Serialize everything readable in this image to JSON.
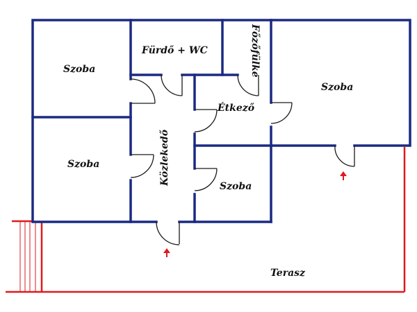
{
  "rooms": {
    "szoba_top_left": "Szoba",
    "furdo_wc": "Fürdő + WC",
    "fozofulke": "Főzőfülke",
    "szoba_right": "Szoba",
    "etkezo": "Étkező",
    "szoba_bottom_left": "Szoba",
    "kozlekedo": "Közlekedő",
    "szoba_small": "Szoba",
    "terasz": "Terasz"
  },
  "colors": {
    "wall": "#1b2a82",
    "terrace": "#e0191d",
    "door": "#1a1a1a",
    "entry_arrow": "#e0191d",
    "text": "#111111"
  }
}
